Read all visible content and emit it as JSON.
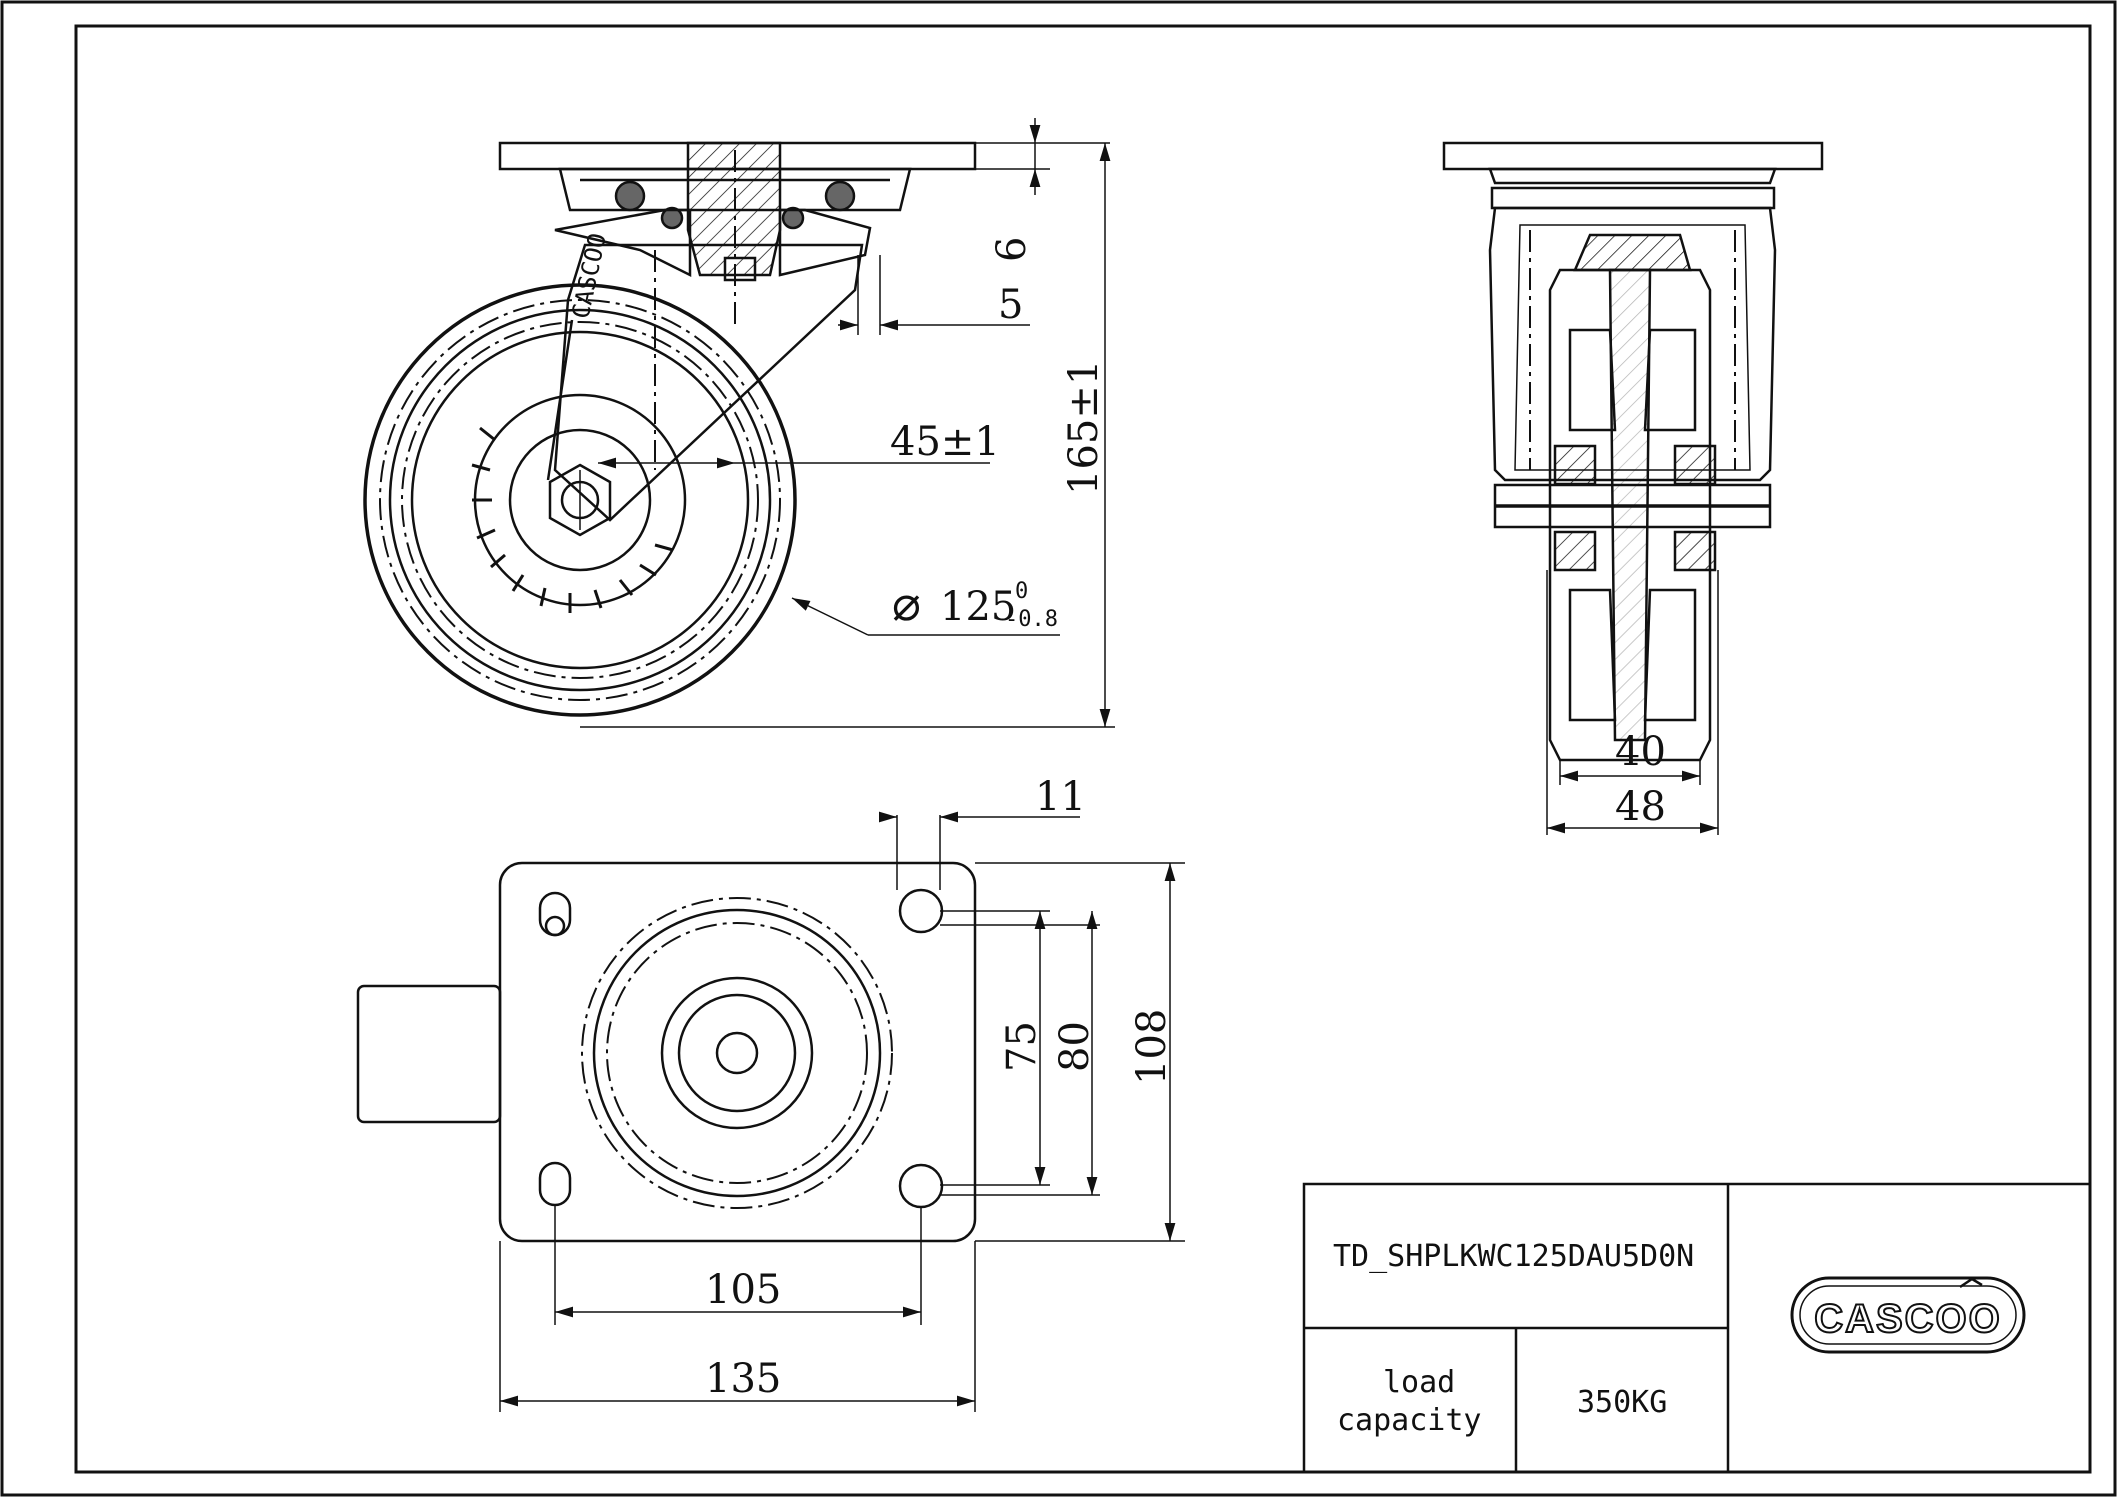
{
  "side_view": {
    "dim_top_thickness": "6",
    "dim_offset": "5",
    "dim_swivel_offset": "45±1",
    "dim_height": "165±1",
    "dim_wheel_diameter": "125",
    "dim_wheel_tol_upper": "0",
    "dim_wheel_tol_lower": "-0.8",
    "diameter_symbol": "⌀",
    "wheel_marking": "CASCOO"
  },
  "front_view": {
    "dim_tread_width": "40",
    "dim_overall_width": "48"
  },
  "plate_view": {
    "dim_hole_slot": "11",
    "dim_hole_spacing_y": "75",
    "dim_slot_spacing_y": "80",
    "dim_plate_height": "108",
    "dim_hole_spacing_x": "105",
    "dim_plate_width": "135"
  },
  "title_block": {
    "part_number": "TD_SHPLKWC125DAU5D0N",
    "load_label_line1": "load",
    "load_label_line2": "capacity",
    "load_value": "350KG",
    "logo_text": "CASCOO"
  }
}
